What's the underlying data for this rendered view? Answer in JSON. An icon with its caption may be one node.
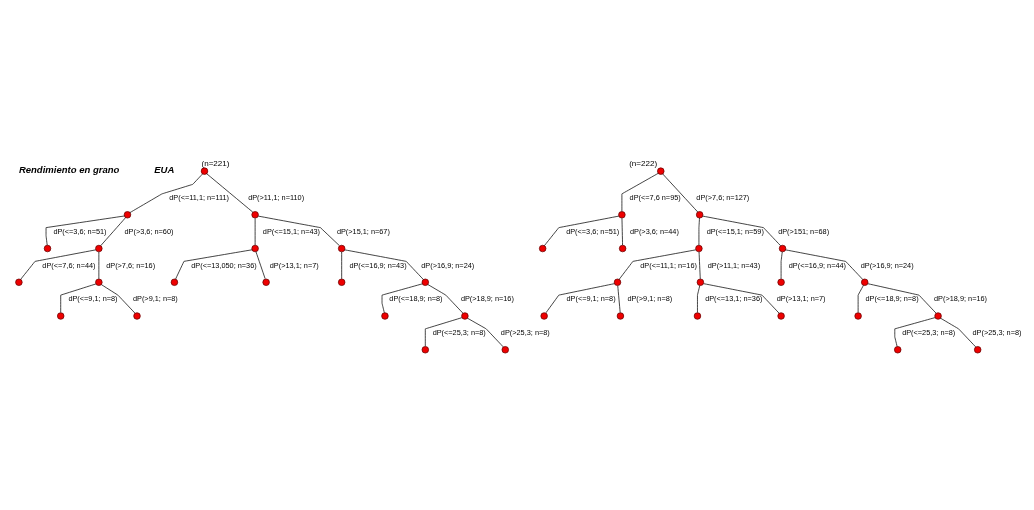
{
  "diagram": {
    "nodes": [
      {
        "text": [],
        "shape": "circle",
        "beside": [
          "(n=221)"
        ]
      },
      {
        "text": [],
        "shape": "circle"
      },
      {
        "text": [],
        "shape": "circle"
      },
      {
        "text": [],
        "shape": "circle"
      },
      {
        "text": [],
        "shape": "circle"
      },
      {
        "text": [],
        "shape": "circle"
      },
      {
        "text": [],
        "shape": "circle"
      },
      {
        "text": [],
        "shape": "circle"
      },
      {
        "text": [],
        "shape": "circle"
      },
      {
        "text": [],
        "shape": "circle"
      },
      {
        "text": [],
        "shape": "circle"
      },
      {
        "text": [],
        "shape": "circle"
      },
      {
        "text": [],
        "shape": "circle"
      },
      {
        "text": [],
        "shape": "circle"
      },
      {
        "text": [],
        "shape": "circle"
      },
      {
        "text": [],
        "shape": "circle"
      },
      {
        "text": [],
        "shape": "circle"
      },
      {
        "text": [],
        "shape": "circle"
      },
      {
        "text": [],
        "shape": "circle"
      },
      {
        "text": [],
        "shape": "circle",
        "beside": [
          "(n=222)"
        ]
      },
      {
        "text": [],
        "shape": "circle"
      },
      {
        "text": [],
        "shape": "circle"
      },
      {
        "text": [],
        "shape": "circle"
      },
      {
        "text": [],
        "shape": "circle"
      },
      {
        "text": [],
        "shape": "circle"
      },
      {
        "text": [],
        "shape": "circle"
      },
      {
        "text": [],
        "shape": "circle"
      },
      {
        "text": [],
        "shape": "circle"
      },
      {
        "text": [],
        "shape": "circle"
      },
      {
        "text": [],
        "shape": "circle"
      },
      {
        "text": [],
        "shape": "circle"
      },
      {
        "text": [],
        "shape": "circle"
      },
      {
        "text": [],
        "shape": "circle"
      },
      {
        "text": [],
        "shape": "circle"
      },
      {
        "text": [],
        "shape": "circle"
      },
      {
        "text": [],
        "shape": "circle"
      },
      {
        "text": [],
        "shape": "circle"
      },
      {
        "text": [],
        "shape": "circle"
      }
    ],
    "edges": [
      {
        "from": 0,
        "to": 1,
        "arrow": "none",
        "label": "dP(<=11,1; n=111)"
      },
      {
        "from": 0,
        "to": 2,
        "arrow": "none",
        "label": "dP(>11,1; n=110)"
      },
      {
        "from": 1,
        "to": 3,
        "arrow": "none",
        "label": "dP(<=3,6; n=51)"
      },
      {
        "from": 1,
        "to": 4,
        "arrow": "none",
        "label": "dP(>3,6; n=60)"
      },
      {
        "from": 4,
        "to": 5,
        "arrow": "none",
        "label": "dP(<=7,6; n=44)"
      },
      {
        "from": 4,
        "to": 6,
        "arrow": "none",
        "label": "dP(>7,6; n=16)"
      },
      {
        "from": 6,
        "to": 7,
        "arrow": "none",
        "label": "dP(<=9,1; n=8)"
      },
      {
        "from": 6,
        "to": 8,
        "arrow": "none",
        "label": "dP(>9,1; n=8)"
      },
      {
        "from": 2,
        "to": 9,
        "arrow": "none",
        "label": "dP(<=15,1; n=43)"
      },
      {
        "from": 2,
        "to": 10,
        "arrow": "none",
        "label": "dP(>15,1; n=67)"
      },
      {
        "from": 9,
        "to": 11,
        "arrow": "none",
        "label": "dP(<=13,050; n=36)"
      },
      {
        "from": 9,
        "to": 12,
        "arrow": "none",
        "label": "dP(>13,1; n=7)"
      },
      {
        "from": 10,
        "to": 13,
        "arrow": "none",
        "label": "dP(<=16,9; n=43)"
      },
      {
        "from": 10,
        "to": 14,
        "arrow": "none",
        "label": "dP(>16,9; n=24)"
      },
      {
        "from": 14,
        "to": 15,
        "arrow": "none",
        "label": "dP(<=18,9; n=8)"
      },
      {
        "from": 14,
        "to": 16,
        "arrow": "none",
        "label": "dP(>18,9; n=16)"
      },
      {
        "from": 16,
        "to": 17,
        "arrow": "none",
        "label": "dP(<=25,3; n=8)"
      },
      {
        "from": 16,
        "to": 18,
        "arrow": "none",
        "label": "dP(>25,3; n=8)"
      },
      {
        "from": 19,
        "to": 20,
        "arrow": "none",
        "label": "dP(<=7,6 n=95)"
      },
      {
        "from": 19,
        "to": 21,
        "arrow": "none",
        "label": "dP(>7,6; n=127)"
      },
      {
        "from": 20,
        "to": 22,
        "arrow": "none",
        "label": "dP(<=3,6; n=51)"
      },
      {
        "from": 20,
        "to": 23,
        "arrow": "none",
        "label": "dP(>3,6; n=44)"
      },
      {
        "from": 21,
        "to": 24,
        "arrow": "none",
        "label": "dP(<=15,1; n=59)"
      },
      {
        "from": 21,
        "to": 25,
        "arrow": "none",
        "label": "dP(>151; n=68)"
      },
      {
        "from": 24,
        "to": 26,
        "arrow": "none",
        "label": "dP(<=11,1; n=16)"
      },
      {
        "from": 24,
        "to": 27,
        "arrow": "none",
        "label": "dP(>11,1; n=43)"
      },
      {
        "from": 26,
        "to": 28,
        "arrow": "none",
        "label": "dP(<=9,1; n=8)"
      },
      {
        "from": 26,
        "to": 29,
        "arrow": "none",
        "label": "dP(>9,1; n=8)"
      },
      {
        "from": 27,
        "to": 30,
        "arrow": "none",
        "label": "dP(<=13,1; n=36)"
      },
      {
        "from": 27,
        "to": 31,
        "arrow": "none",
        "label": "dP(>13,1; n=7)"
      },
      {
        "from": 25,
        "to": 32,
        "arrow": "none",
        "label": "dP(<=16,9; n=44)"
      },
      {
        "from": 25,
        "to": 33,
        "arrow": "none",
        "label": "dP(>16,9; n=24)"
      },
      {
        "from": 33,
        "to": 34,
        "arrow": "none",
        "label": "dP(<=18,9; n=8)"
      },
      {
        "from": 33,
        "to": 35,
        "arrow": "none",
        "label": "dP(>18,9; n=16)"
      },
      {
        "from": 35,
        "to": 36,
        "arrow": "none",
        "label": "dP(<=25,3; n=8)"
      },
      {
        "from": 35,
        "to": 37,
        "arrow": "none",
        "label": "dP(>25,3; n=8)"
      }
    ],
    "labels": [
      "Rendimiento en grano",
      "EUA"
    ]
  }
}
